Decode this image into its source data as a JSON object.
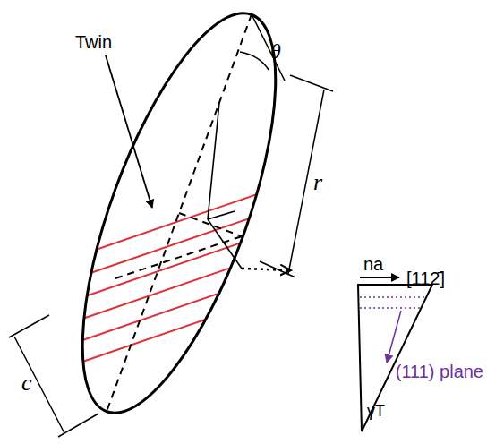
{
  "diagram": {
    "labels": [
      "Twin",
      "θ",
      "r",
      "c",
      "na",
      "[112̄]",
      "(111) plane",
      "γT"
    ]
  }
}
